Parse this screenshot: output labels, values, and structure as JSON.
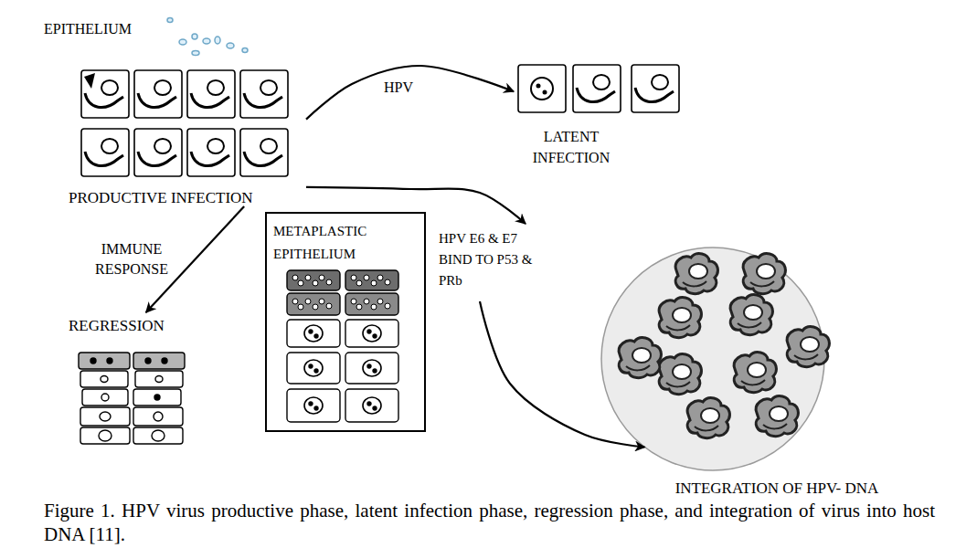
{
  "diagram": {
    "caption": "Figure 1. HPV virus productive phase, latent infection phase, regression phase, and integration of virus into host DNA [11].",
    "nodes": [
      {
        "text": [
          "EPITHELIUM",
          "PRODUCTIVE INFECTION"
        ]
      },
      {
        "text": [
          "LATENT INFECTION"
        ]
      },
      {
        "text": [
          "REGRESSION"
        ]
      },
      {
        "text": [
          "METAPLASTIC EPITHELIUM"
        ]
      },
      {
        "text": [
          "INTEGRATION OF HPV- DNA"
        ]
      }
    ],
    "edges": [
      {
        "from": 0,
        "to": 1,
        "label": "HPV",
        "arrow": "to"
      },
      {
        "from": 0,
        "to": 2,
        "label": "IMMUNE RESPONSE",
        "arrow": "to"
      },
      {
        "from": 0,
        "to": 4,
        "label": "HPV E6 & E7 BIND TO P53 & PRb",
        "arrow": "to"
      }
    ]
  }
}
